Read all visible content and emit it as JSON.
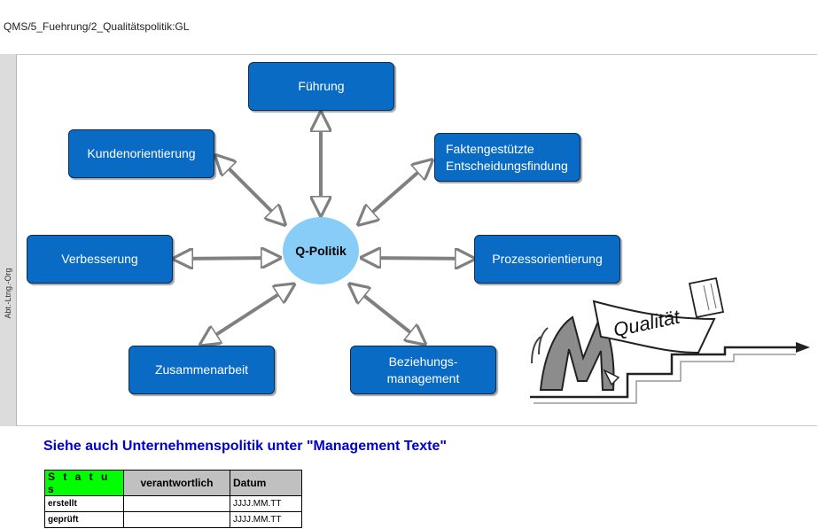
{
  "breadcrumb": "QMS/5_Fuehrung/2_Qualitätspolitik:GL",
  "lane_label": "Abt.-Ltng.-Org",
  "center": "Q-Politik",
  "nodes": {
    "fuehrung": "Führung",
    "kundenorientierung": "Kundenorientierung",
    "faktengestuetzte": "Faktengestützte\nEntscheidungsfindung",
    "verbesserung": "Verbesserung",
    "prozessorientierung": "Prozessorientierung",
    "zusammenarbeit": "Zusammenarbeit",
    "beziehungsmanagement": "Beziehungs-\nmanagement"
  },
  "illustration": {
    "banner_text": "Qualität"
  },
  "see_also": "Siehe auch Unternehmenspolitik unter \"Management Texte\"",
  "status_table": {
    "headers": [
      "S t a t u s",
      "verantwortlich",
      "Datum"
    ],
    "rows": [
      {
        "label": "erstellt",
        "responsible": "",
        "date": "JJJJ.MM.TT"
      },
      {
        "label": "geprüft",
        "responsible": "",
        "date": "JJJJ.MM.TT"
      }
    ]
  },
  "colors": {
    "node_fill": "#0a6bc4",
    "center_fill": "#87cdf8",
    "connector": "#808080",
    "link_text": "#0000cc",
    "status_header": "#00ff00"
  }
}
